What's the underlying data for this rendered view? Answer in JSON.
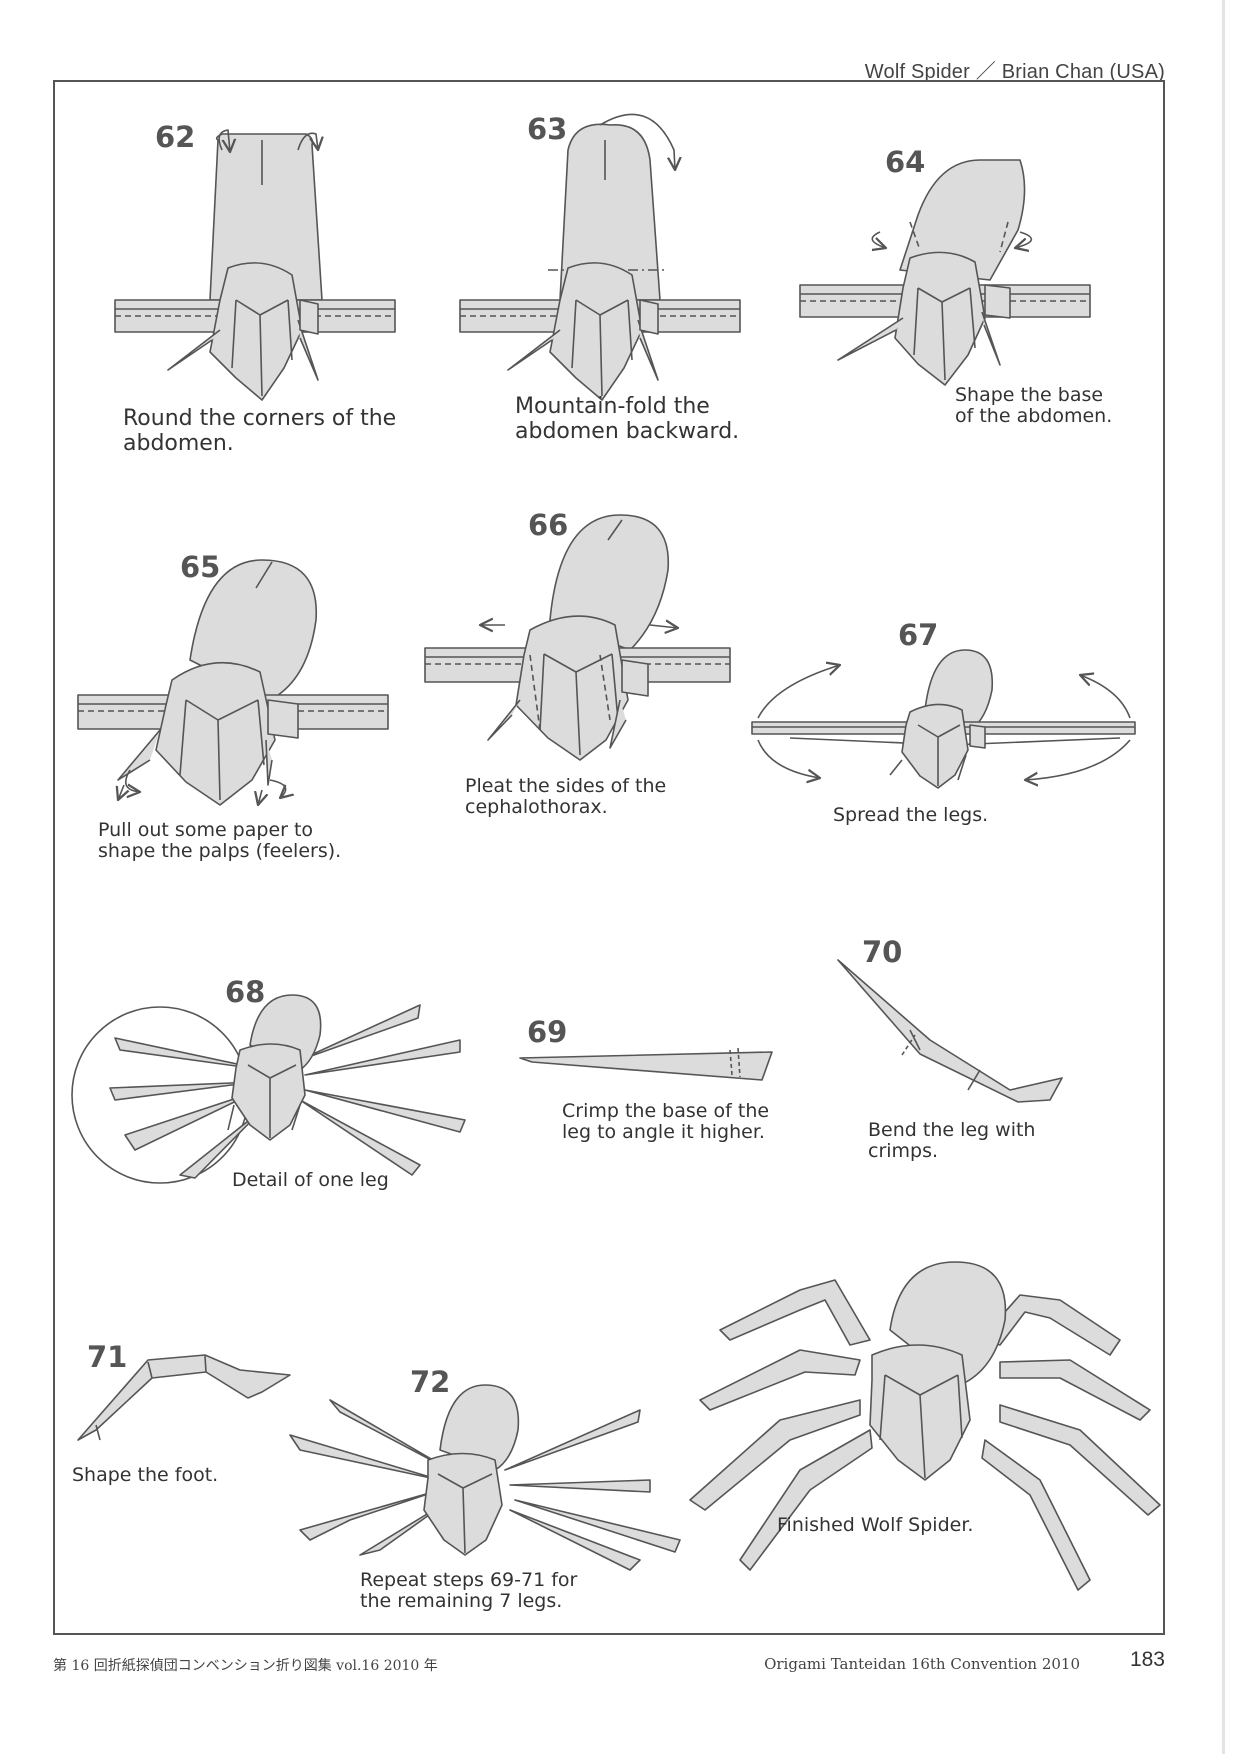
{
  "header": {
    "title": "Wolf Spider",
    "separator": "／",
    "author": "Brian Chan (USA)"
  },
  "steps": [
    {
      "number": "62",
      "caption": "Round the corners of the\nabdomen."
    },
    {
      "number": "63",
      "caption": "Mountain-fold the\nabdomen backward."
    },
    {
      "number": "64",
      "caption": "Shape the base\nof the abdomen."
    },
    {
      "number": "65",
      "caption": "Pull out some paper to\nshape the palps (feelers)."
    },
    {
      "number": "66",
      "caption": "Pleat the sides of the\ncephalothorax."
    },
    {
      "number": "67",
      "caption": "Spread the legs."
    },
    {
      "number": "68",
      "caption": "Detail of one leg"
    },
    {
      "number": "69",
      "caption": "Crimp the base of the\nleg to angle it higher."
    },
    {
      "number": "70",
      "caption": "Bend the leg with\ncrimps."
    },
    {
      "number": "71",
      "caption": "Shape the foot."
    },
    {
      "number": "72",
      "caption": "Repeat steps 69-71 for\nthe remaining 7 legs."
    }
  ],
  "final_caption": "Finished Wolf Spider.",
  "footer": {
    "left": "第 16 回折紙探偵団コンベンション折り図集 vol.16 2010 年",
    "right": "Origami Tanteidan 16th Convention 2010",
    "page_number": "183"
  },
  "colors": {
    "paper_fill": "#dcdcdc",
    "line": "#555555",
    "frame": "#555555"
  }
}
